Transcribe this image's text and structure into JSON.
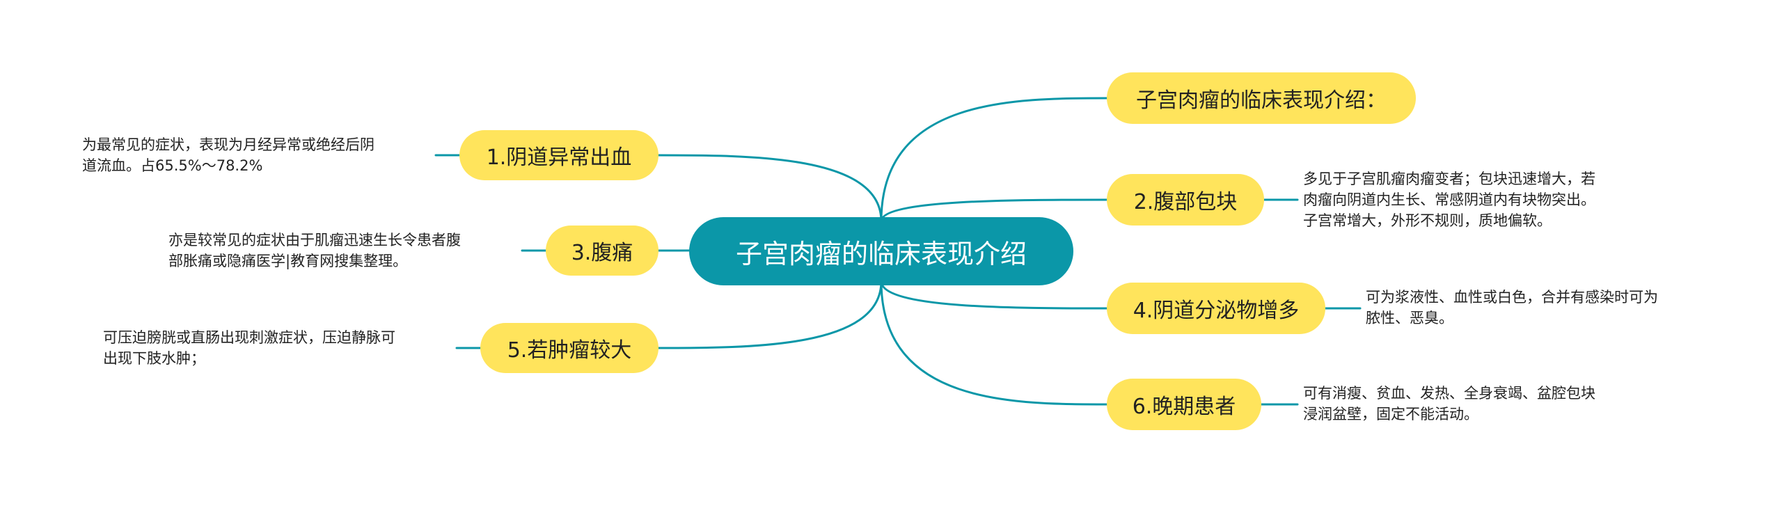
{
  "colors": {
    "root_bg": "#0b97a8",
    "root_text": "#ffffff",
    "branch_bg": "#ffe45c",
    "line": "#0b97a8",
    "text": "#222222"
  },
  "root": {
    "label": "子宫肉瘤的临床表现介绍"
  },
  "branches": [
    {
      "label": "子宫肉瘤的临床表现介绍：",
      "detail": []
    },
    {
      "label": "1.阴道异常出血",
      "detail": [
        "为最常见的症状，表现为月经异常或绝经后阴",
        "道流血。占65.5%～78.2%"
      ]
    },
    {
      "label": "2.腹部包块",
      "detail": [
        "多见于子宫肌瘤肉瘤变者；包块迅速增大，若",
        "肉瘤向阴道内生长、常感阴道内有块物突出。",
        "子宫常增大，外形不规则，质地偏软。"
      ]
    },
    {
      "label": "3.腹痛",
      "detail": [
        "亦是较常见的症状由于肌瘤迅速生长令患者腹",
        "部胀痛或隐痛医学|教育网搜集整理。"
      ]
    },
    {
      "label": "4.阴道分泌物增多",
      "detail": [
        "可为浆液性、血性或白色，合并有感染时可为",
        "脓性、恶臭。"
      ]
    },
    {
      "label": "5.若肿瘤较大",
      "detail": [
        "可压迫膀胱或直肠出现刺激症状，压迫静脉可",
        "出现下肢水肿；"
      ]
    },
    {
      "label": "6.晚期患者",
      "detail": [
        "可有消瘦、贫血、发热、全身衰竭、盆腔包块",
        "浸润盆壁，固定不能活动。"
      ]
    }
  ]
}
